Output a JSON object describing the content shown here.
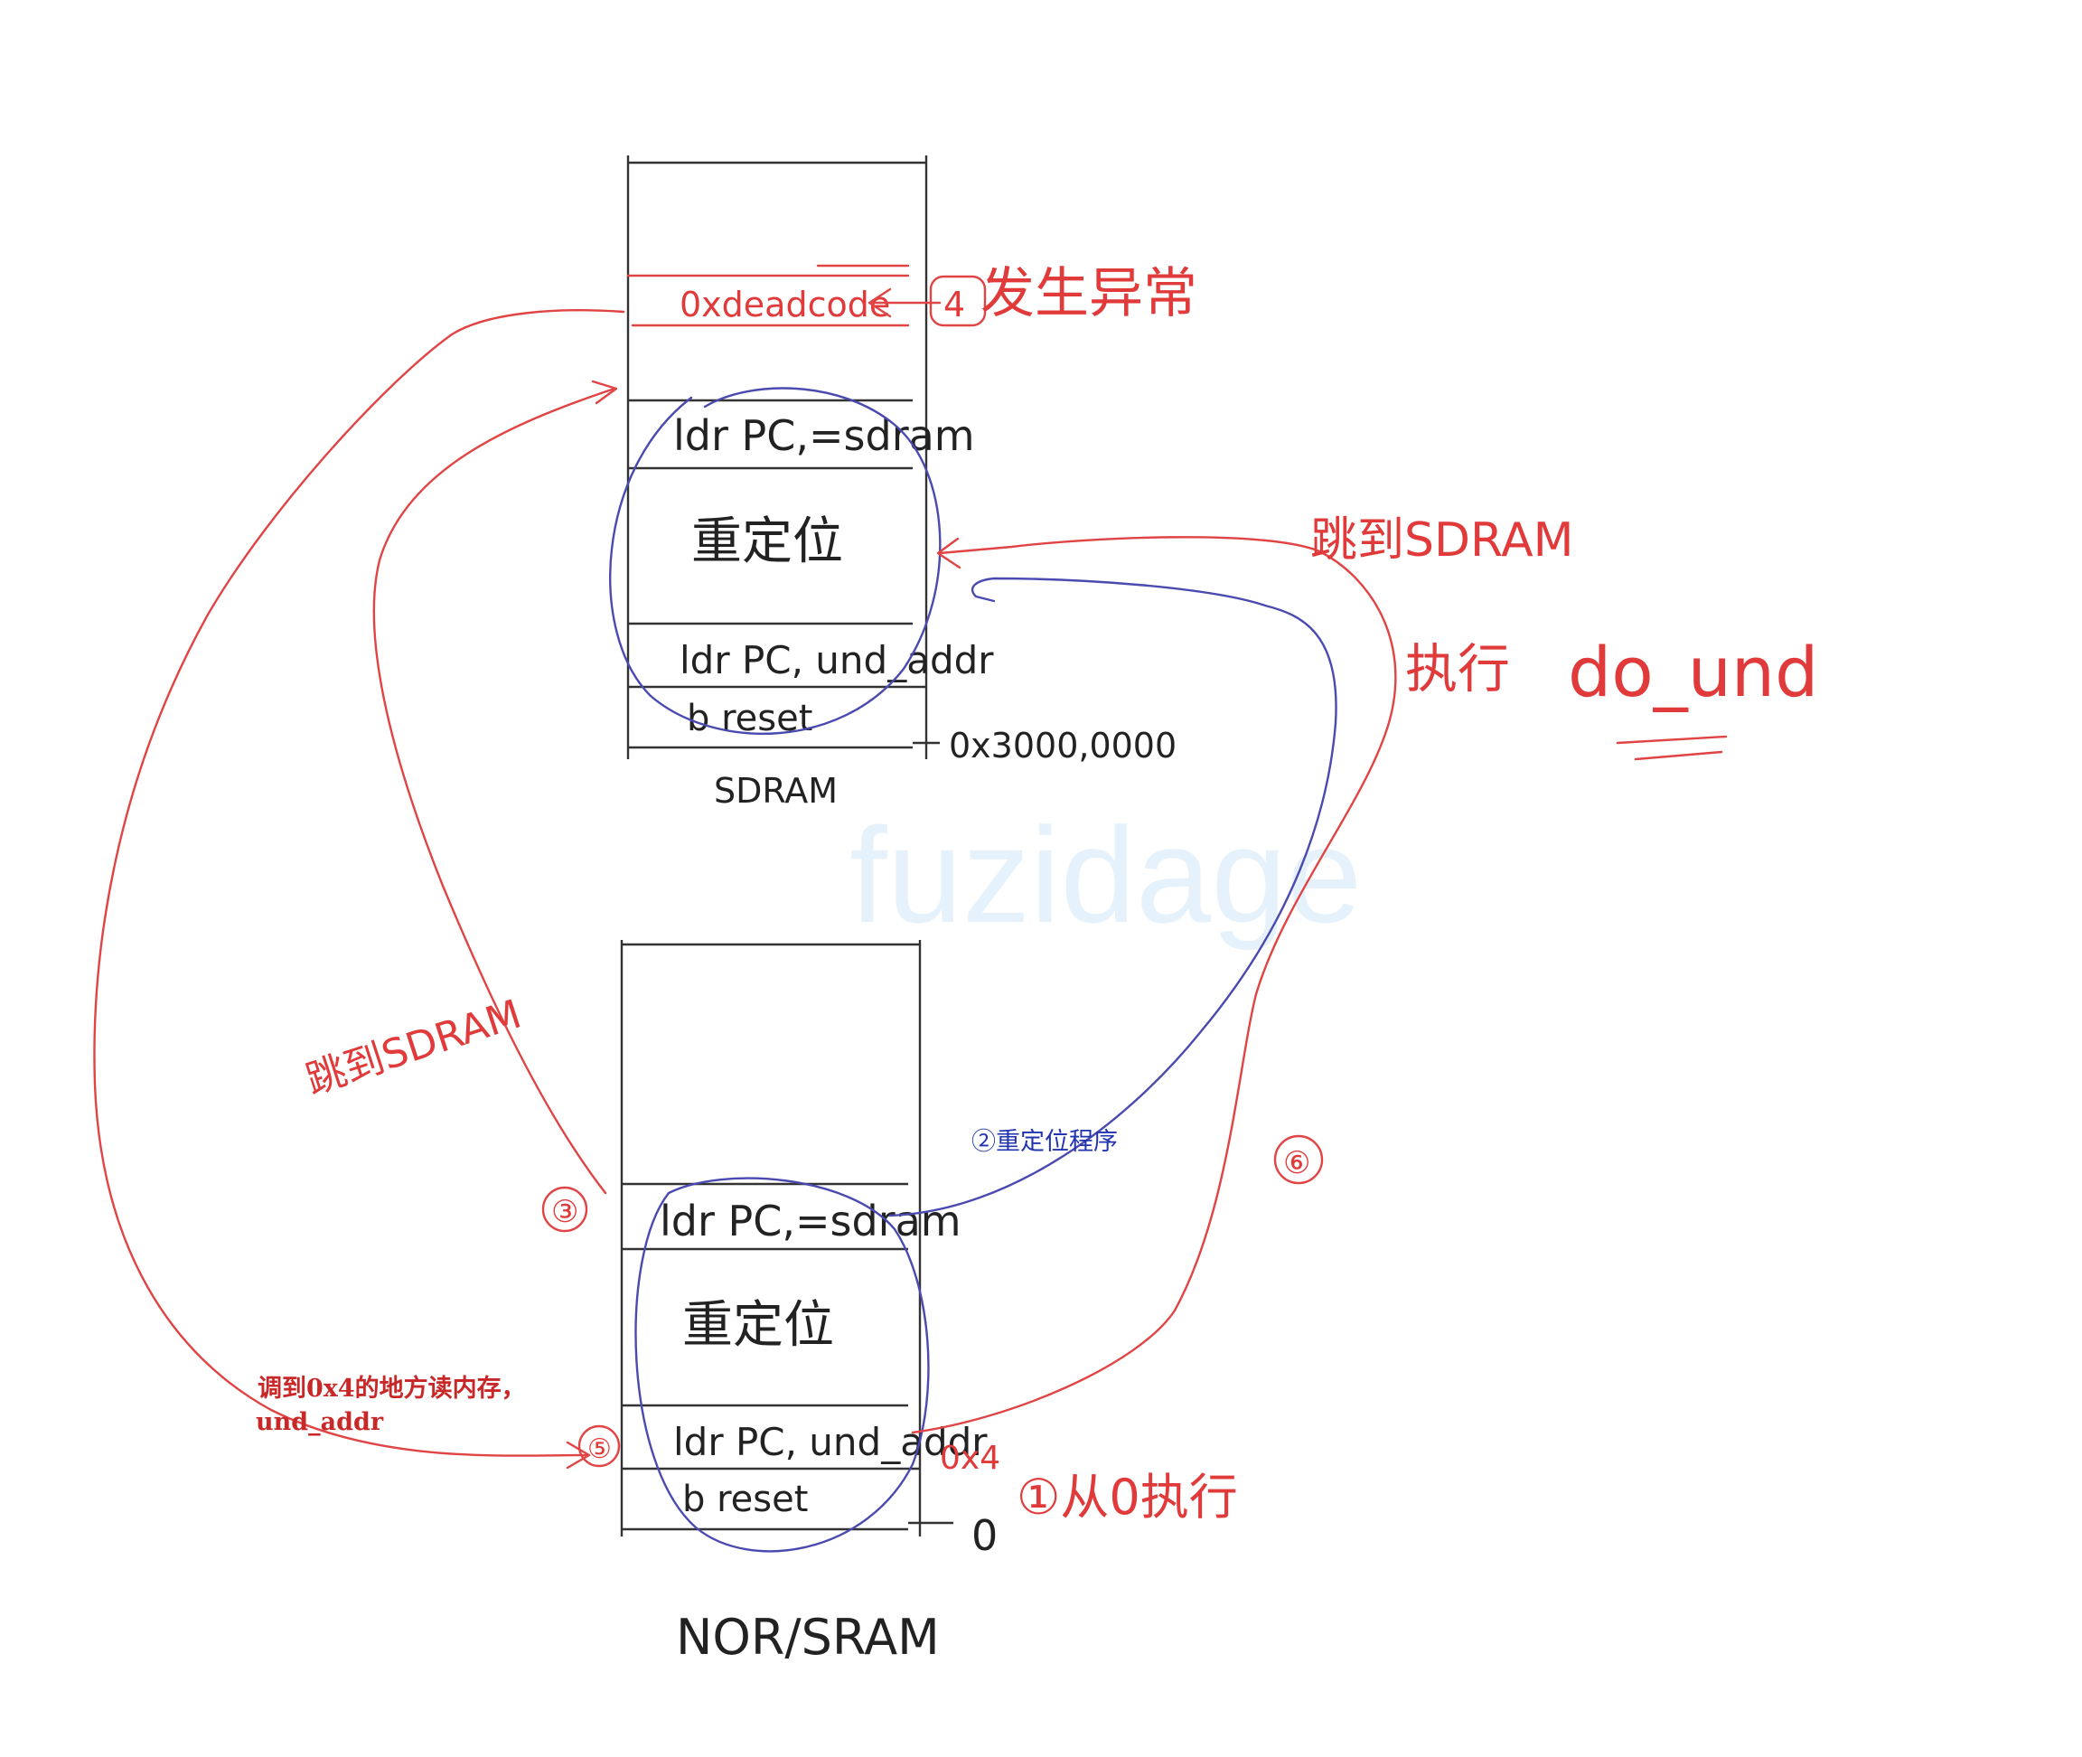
{
  "watermark": "fuzidage",
  "sdram_block": {
    "cells": {
      "deadcode": "0xdeadcode",
      "ldr_sdram": "ldr PC,=sdram",
      "relocate": "重定位",
      "ldr_und": "ldr PC, und_addr",
      "b_reset": "b reset"
    },
    "base_address": "0x3000,0000",
    "label": "SDRAM"
  },
  "nor_block": {
    "cells": {
      "ldr_sdram": "ldr PC,=sdram",
      "relocate": "重定位",
      "ldr_und": "ldr PC, und_addr",
      "b_reset": "b reset"
    },
    "addr_0x4": "0x4",
    "addr_0": "0",
    "label": "NOR/SRAM"
  },
  "annotations": {
    "step1": "①从0执行",
    "step2": "②重定位程序",
    "step3_text": "跳到SDRAM",
    "step3_num": "③",
    "step4_num": "4",
    "step4_text": "发生异常",
    "step5_text_line1": "调到0x4的地方读内存，",
    "step5_text_line2": "und_addr",
    "step5_num": "⑤",
    "step6_num": "⑥",
    "jump_sdram": "跳到SDRAM",
    "exec_prefix": "执行",
    "exec_func": "do_und"
  },
  "colors": {
    "red": "#e04444",
    "blue": "#4a4ab0",
    "black": "#333333"
  }
}
